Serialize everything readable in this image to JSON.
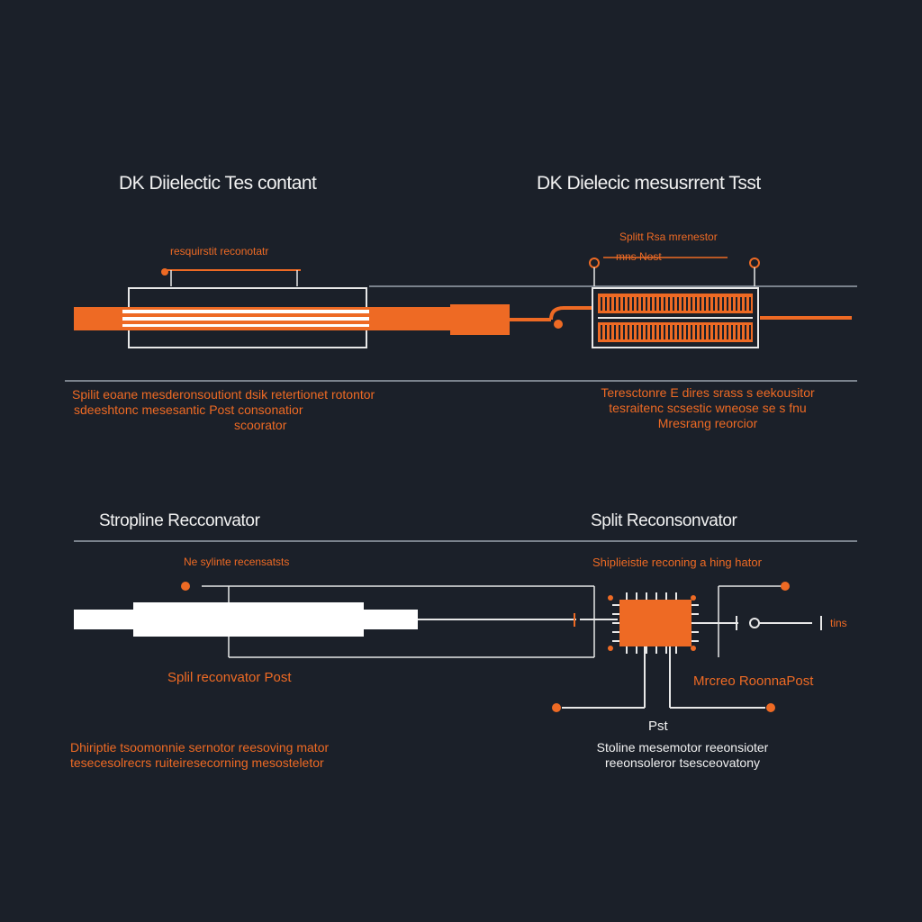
{
  "headings": {
    "top_left": "DK Diielectic Tes contant",
    "top_right": "DK Dielecic mesusrrent Tsst",
    "bottom_left": "Stropline Recconvator",
    "bottom_right": "Split Reconsonvator"
  },
  "top_left_panel": {
    "tag": "resquirstit reconotatr",
    "caption": [
      "Spilit eoane mesderonsoutiont dsik retertionet rotontor",
      "sdeeshtonc mesesantic Post consonatior",
      "scoorator"
    ]
  },
  "top_right_panel": {
    "tag_line1": "Splitt Rsa mrenestor",
    "tag_line2": "mns Nost",
    "caption": [
      "Teresctonre E dires srass s eekousitor",
      "tesraitenc scsestic wneose se s fnu",
      "Mresrang reorcior"
    ]
  },
  "bottom_left_panel": {
    "tag": "Ne sylinte recensatsts",
    "callout": "Splil reconvator Post",
    "caption": [
      "Dhiriptie tsoomonnie sernotor reesoving mator",
      "tesecesolrecrs ruiteiresecorning mesosteletor"
    ]
  },
  "bottom_right_panel": {
    "tag": "Shiplieistie reconing a hing hator",
    "side_label": "tins",
    "callout": "Mrcreo RoonnaPost",
    "post_label": "Pst",
    "caption": [
      "Stoline mesemotor reeonsioter",
      "reeonsoleror tsesceovatony"
    ]
  },
  "colors": {
    "background": "#1b2029",
    "accent": "#ee6a24",
    "line": "#e8e8e8",
    "text": "#f2f2f2"
  }
}
